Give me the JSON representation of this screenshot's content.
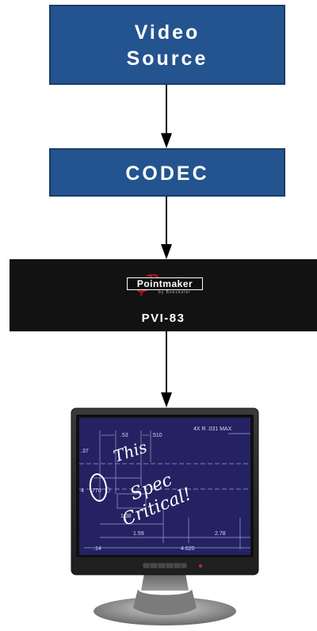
{
  "boxes": {
    "video_source": {
      "line1": "Video",
      "line2": "Source"
    },
    "codec": "CODEC"
  },
  "device": {
    "logo_text": "Pointmaker",
    "logo_sub": "by Boeckeler",
    "model": "PVI-83"
  },
  "monitor": {
    "drawing_labels": {
      "dim_53": ".53",
      "dim_510": ".510",
      "radius_note": "4X R .031 MAX",
      "dim_37": ".37",
      "dim_4": "4",
      "dim_770": ".770",
      "dim_138": "1.38",
      "dim_159": "1.59",
      "dim_278": "2.78",
      "dim_14": ".14",
      "dim_4620": "4.620"
    },
    "handwriting": {
      "line1": "This",
      "line2": "Spec",
      "line3": "Critical!"
    }
  },
  "colors": {
    "box_fill": "#24548f",
    "box_border": "#1a3b68",
    "device_bg": "#121212",
    "screen_bg": "#242263",
    "ink": "#ffffff"
  }
}
